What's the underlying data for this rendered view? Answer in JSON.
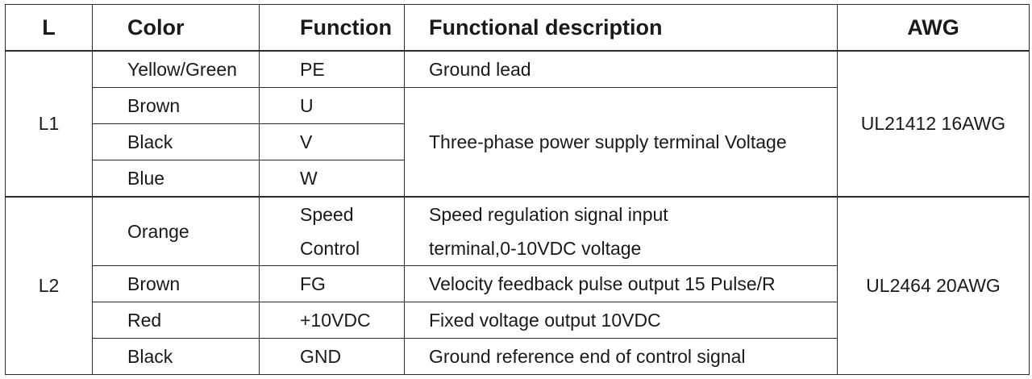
{
  "headers": {
    "l": "L",
    "color": "Color",
    "function": "Function",
    "description": "Functional description",
    "awg": "AWG"
  },
  "groups": [
    {
      "label": "L1",
      "awg": "UL21412 16AWG",
      "rows": [
        {
          "color": "Yellow/Green",
          "function": "PE",
          "description": "Ground lead"
        },
        {
          "color": "Brown",
          "function": "U",
          "description": ""
        },
        {
          "color": "Black",
          "function": "V",
          "description": ""
        },
        {
          "color": "Blue",
          "function": "W",
          "description": ""
        }
      ],
      "merged_description": "Three-phase power supply terminal Voltage"
    },
    {
      "label": "L2",
      "awg": "UL2464 20AWG",
      "rows": [
        {
          "color": "Orange",
          "function_line1": "Speed",
          "function_line2": "Control",
          "description_line1": "Speed regulation signal input",
          "description_line2": "terminal,0-10VDC voltage"
        },
        {
          "color": "Brown",
          "function": "FG",
          "description": "Velocity feedback pulse output 15 Pulse/R"
        },
        {
          "color": "Red",
          "function": "+10VDC",
          "description": "Fixed voltage output 10VDC"
        },
        {
          "color": "Black",
          "function": "GND",
          "description": "Ground reference end of control signal"
        }
      ]
    }
  ]
}
